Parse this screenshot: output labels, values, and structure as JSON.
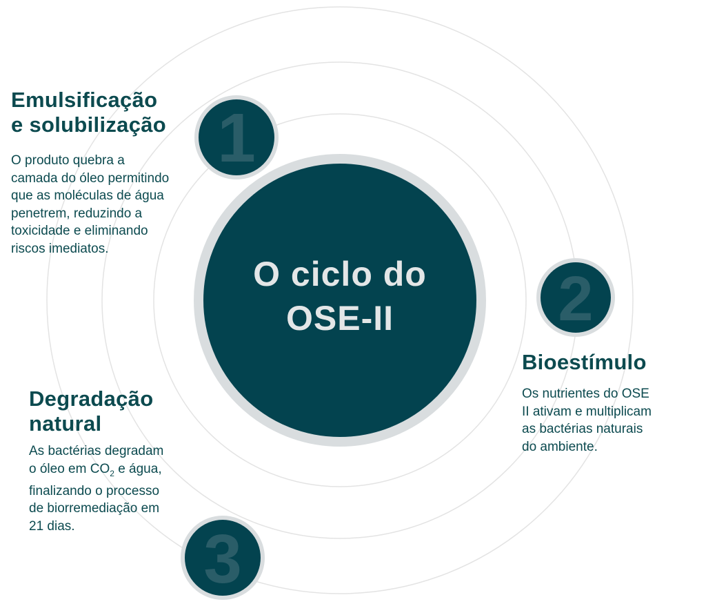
{
  "center": {
    "line1": "O ciclo do",
    "line2": "OSE-II"
  },
  "steps": [
    {
      "number": "1",
      "title_line1": "Emulsificação",
      "title_line2": "e solubilização",
      "text": [
        "O produto quebra a",
        "camada do óleo permitindo",
        "que as moléculas de água",
        "penetrem, reduzindo a",
        "toxicidade e eliminando",
        "riscos imediatos."
      ]
    },
    {
      "number": "2",
      "title_line1": "Bioestímulo",
      "text": [
        "Os nutrientes do OSE",
        "II ativam e multiplicam",
        "as bactérias naturais",
        "do ambiente."
      ]
    },
    {
      "number": "3",
      "title_line1": "Degradação",
      "title_line2": "natural",
      "text_l1": "As bactérias degradam",
      "text_l2a": "o óleo em CO",
      "text_l2sub": "2",
      "text_l2b": " e água,",
      "text_l3": "finalizando o processo",
      "text_l4": "de biorremediação em",
      "text_l5": "21 dias."
    }
  ],
  "colors": {
    "dark": "#03434f",
    "ring": "#d9dddf",
    "orbit": "#e3e3e3",
    "text": "#0c4a4f"
  }
}
